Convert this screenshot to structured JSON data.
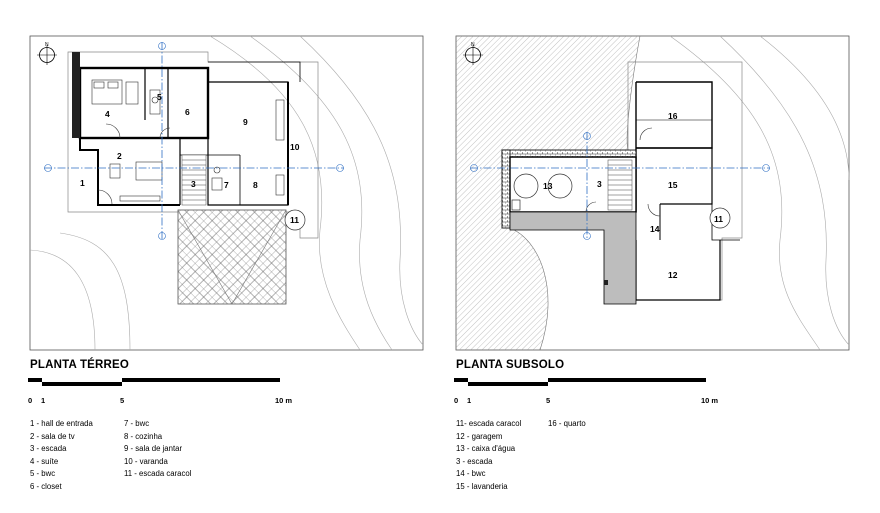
{
  "plans": [
    {
      "title": "PLANTA TÉRREO",
      "north_label": "N",
      "scale_labels": [
        "0",
        "1",
        "5",
        "10 m"
      ],
      "rooms": [
        "1",
        "2",
        "3",
        "4",
        "5",
        "6",
        "7",
        "8",
        "9",
        "10",
        "11"
      ],
      "legend_col1": [
        "1 - hall de entrada",
        "2 - sala de tv",
        "3 - escada",
        "4 - suíte",
        "5 - bwc",
        "6 - closet"
      ],
      "legend_col2": [
        "7 - bwc",
        "8 - cozinha",
        "9 - sala de jantar",
        "10 - varanda",
        "11 - escada caracol"
      ]
    },
    {
      "title": "PLANTA SUBSOLO",
      "north_label": "N",
      "scale_labels": [
        "0",
        "1",
        "5",
        "10 m"
      ],
      "rooms": [
        "3",
        "11",
        "12",
        "13",
        "14",
        "15",
        "16"
      ],
      "legend_col1": [
        "11- escada caracol",
        "12 - garagem",
        "13 - caixa d'água",
        "3 - escada",
        "14 - bwc",
        "15 - lavanderia"
      ],
      "legend_col2": [
        "16 - quarto"
      ]
    }
  ],
  "colors": {
    "axis_line": "#2f6fc4",
    "wall": "#000000",
    "hatch": "#888888",
    "garage_fill": "#bdbdbd"
  }
}
